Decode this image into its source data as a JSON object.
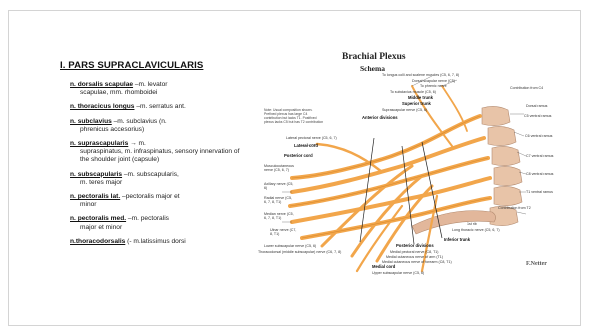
{
  "slide": {
    "title": "I. PARS SUPRACLAVICULARIS",
    "items": [
      {
        "term": "n. dorsalis scapulae",
        "line1": " –m. levator",
        "line2": "scapulae, mm. rhomboidei"
      },
      {
        "term": "n. thoracicus longus",
        "line1": " –m. serratus ant.",
        "line2": ""
      },
      {
        "term": "n. subclavius",
        "line1": " –m. subclavius (n.",
        "line2": "phrenicus accesorius)"
      },
      {
        "term": "n. suprascapularis",
        "line1": " → m.",
        "line2": "supraspinatus, m. infraspinatus, sensory innervation of the shoulder joint (capsule)"
      },
      {
        "term": "n. subscapularis",
        "line1": "  –m. subscapularis,",
        "line2": "m. teres major"
      },
      {
        "term": "n. pectoralis lat.",
        "line1": " –pectoralis major et",
        "line2": "minor"
      },
      {
        "term": "n. pectoralis med.",
        "line1": " –m. pectoralis",
        "line2": "major et minor"
      },
      {
        "term": "n.thoracodorsalis",
        "line1": " (- m.latissimus dorsi",
        "line2": ""
      }
    ]
  },
  "figure": {
    "title": "Brachial Plexus",
    "subtitle": "Schema",
    "note": "Note: Usual composition shown. Prefixed plexus has large C4 contribution but lacks T1. Postfixed plexus lacks C5 but has T2 contribution",
    "labels": {
      "top1": "To longus colli and scalene muscles (C5, 6, 7, 8)",
      "top2": "Dorsal scapular nerve (C5)",
      "top3": "To phrenic nerve",
      "top4": "To subclavius muscle (C5, 6)",
      "middle_trunk": "Middle trunk",
      "superior_trunk": "Superior trunk",
      "suprascapular": "Suprascapular nerve (C5, 6)",
      "anterior_divisions": "Anterior divisions",
      "contrib_c4": "Contribution from C4",
      "dorsal_ramus": "Dorsal ramus",
      "c5": "C5 ventral ramus",
      "c6": "C6 ventral ramus",
      "c7": "C7 ventral ramus",
      "c8": "C8 ventral ramus",
      "t1": "T1 ventral ramus",
      "contrib_t2": "Contribution from T2",
      "first_rib": "1st rib",
      "long_thoracic": "Long thoracic nerve (C5, 6, 7)",
      "inferior_trunk": "Inferior trunk",
      "lateral_pectoral": "Lateral pectoral nerve (C5, 6, 7)",
      "lateral_cord": "Lateral cord",
      "posterior_cord": "Posterior cord",
      "musculocutaneous": "Musculocutaneous nerve (C5, 6, 7)",
      "axillary": "Axillary nerve (C5, 6)",
      "radial": "Radial nerve (C5, 6, 7, 8, T1)",
      "median": "Median nerve (C5, 6, 7, 8, T1)",
      "ulnar": "Ulnar nerve (C7, 8, T1)",
      "lower_subscapular": "Lower subscapular nerve (C5, 6)",
      "thoracodorsal": "Thoracodorsal (middle subscapular) nerve (C6, 7, 8)",
      "posterior_divisions": "Posterior divisions",
      "medial_pectoral": "Medial pectoral nerve (C8, T1)",
      "medial_cut_arm": "Medial cutaneous nerve of arm (T1)",
      "medial_cut_forearm": "Medial cutaneous nerve of forearm (C8, T1)",
      "medial_cord": "Medial cord",
      "upper_subscapular": "Upper subscapular nerve (C5, 6)"
    },
    "signature": "F.Netter"
  }
}
